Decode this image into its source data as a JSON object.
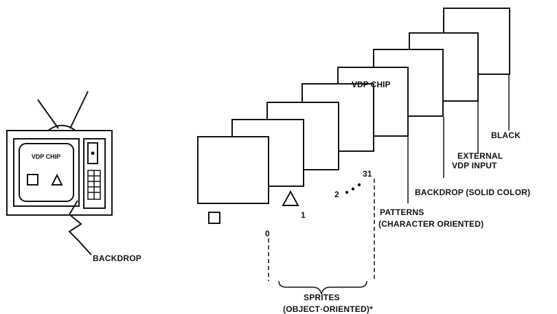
{
  "tv": {
    "screen_label": "VDP CHIP",
    "backdrop_label": "BACKDROP"
  },
  "stack": {
    "planes": [
      "BLACK",
      "EXTERNAL VDP INPUT",
      "BACKDROP (SOLID COLOR)",
      "PATTERNS (CHARACTER ORIENTED)",
      "VDP CHIP",
      "31",
      "2",
      "1",
      "0"
    ],
    "labels": {
      "black": "BLACK",
      "external_1": "EXTERNAL",
      "external_2": "VDP INPUT",
      "backdrop": "BACKDROP (SOLID COLOR)",
      "patterns_1": "PATTERNS",
      "patterns_2": "(CHARACTER ORIENTED)",
      "vdp_chip": "VDP CHIP",
      "sprites_1": "SPRITES",
      "sprites_2": "(OBJECT·ORIENTED)*",
      "num_0": "0",
      "num_1": "1",
      "num_2": "2",
      "num_31": "31"
    }
  }
}
